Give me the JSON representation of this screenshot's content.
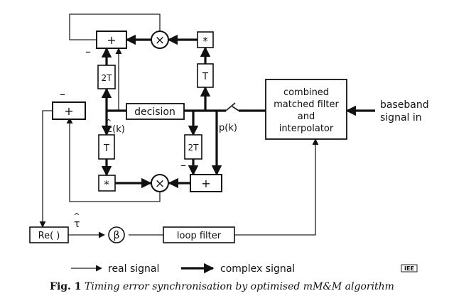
{
  "blocks": {
    "adder_top": "+",
    "adder_left": "+",
    "adder_bottom": "+",
    "delay_2t_upper": "2T",
    "delay_t_upper": "T",
    "delay_t_lower": "T",
    "delay_2t_lower": "2T",
    "conj_top": "*",
    "conj_bottom": "*",
    "decision": "decision",
    "matched_filter_line1": "combined",
    "matched_filter_line2": "matched filter",
    "matched_filter_line3": "and",
    "matched_filter_line4": "interpolator",
    "re_block": "Re( )",
    "loop_filter": "loop filter",
    "beta": "β"
  },
  "signals": {
    "c_hat": "c(k)",
    "c_hat_accent": "^",
    "p_k": "p(k)",
    "tau_hat": "τ",
    "tau_accent": "^",
    "input_line1": "baseband",
    "input_line2": "signal in"
  },
  "signs": {
    "minus": "–"
  },
  "multiplier_symbol": "×",
  "legend": {
    "real": "real signal",
    "complex": "complex signal"
  },
  "logo": "IEE",
  "caption": {
    "fig_label": "Fig. 1",
    "text": "Timing error synchronisation by optimised mM&M algorithm"
  }
}
